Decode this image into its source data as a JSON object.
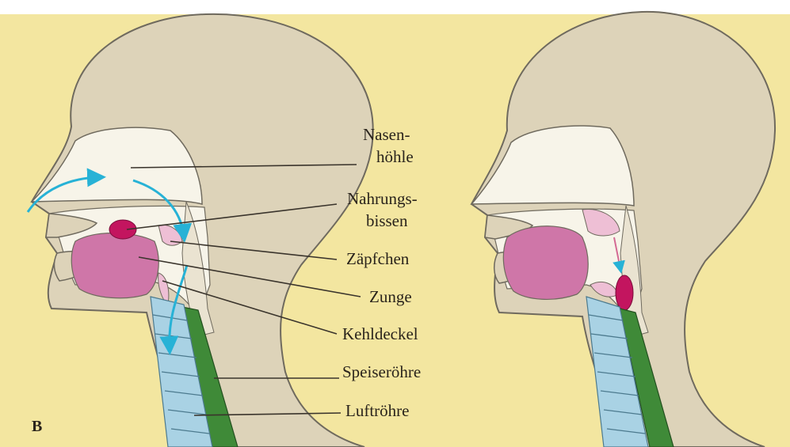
{
  "figure": {
    "panel_letter": "B",
    "labels": {
      "nasenhoehle_1": "Nasen-",
      "nasenhoehle_2": "höhle",
      "nahrungsbissen_1": "Nahrungs-",
      "nahrungsbissen_2": "bissen",
      "zaepfchen": "Zäpfchen",
      "zunge": "Zunge",
      "kehldeckel": "Kehldeckel",
      "speiseroehre": "Speiseröhre",
      "luftroehre": "Luftröhre"
    }
  },
  "colors": {
    "background": "#f3e6a0",
    "skin": "#ddd3b9",
    "outline": "#6f6a5e",
    "cavity": "#f7f4e9",
    "tongue": "#cf76a8",
    "bolus": "#c3155f",
    "soft_tissue": "#eebfd5",
    "esophagus": "#3f8a38",
    "trachea": "#a9d2e4",
    "airflow_arrow": "#27b2d6",
    "leader_line": "#3a342c"
  }
}
